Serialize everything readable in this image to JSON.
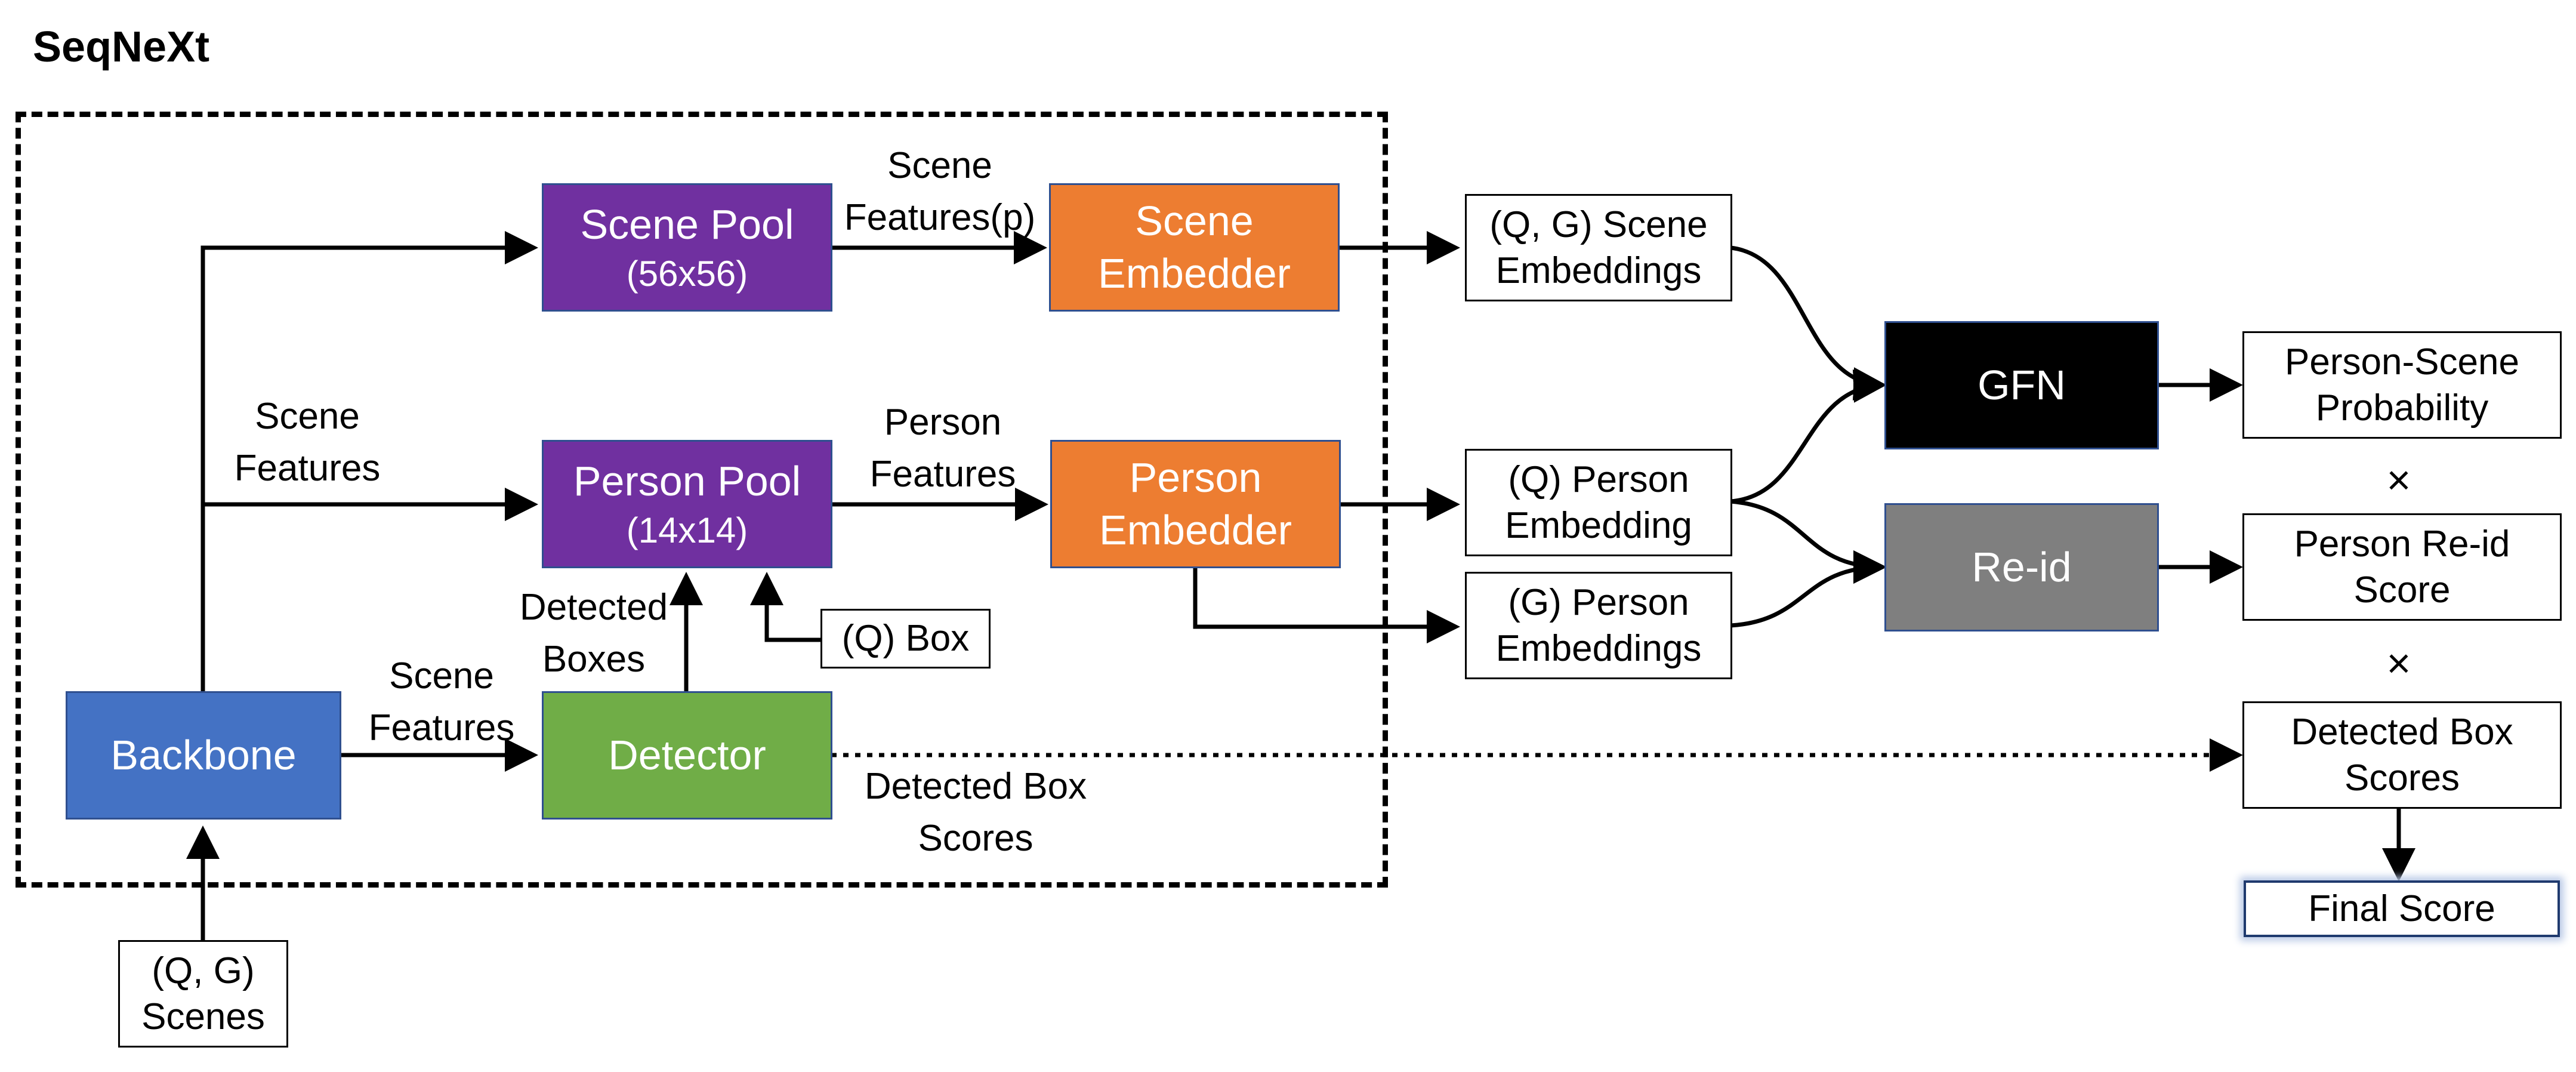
{
  "title": "SeqNeXt",
  "colors": {
    "pool": "#7030A0",
    "embedder": "#ED7D31",
    "backbone": "#4472C4",
    "detector": "#70AD47",
    "gfn": "#000000",
    "reid": "#7F7F7F"
  },
  "nodes": {
    "scene_pool": {
      "line1": "Scene Pool",
      "line2": "(56x56)"
    },
    "person_pool": {
      "line1": "Person Pool",
      "line2": "(14x14)"
    },
    "scene_embedder": {
      "line1": "Scene",
      "line2": "Embedder"
    },
    "person_embedder": {
      "line1": "Person",
      "line2": "Embedder"
    },
    "backbone": "Backbone",
    "detector": "Detector",
    "q_box": "(Q) Box",
    "qg_scenes": {
      "line1": "(Q, G)",
      "line2": "Scenes"
    },
    "qg_scene_embeddings": {
      "line1": "(Q, G) Scene",
      "line2": "Embeddings"
    },
    "q_person_embedding": {
      "line1": "(Q) Person",
      "line2": "Embedding"
    },
    "g_person_embeddings": {
      "line1": "(G) Person",
      "line2": "Embeddings"
    },
    "gfn": "GFN",
    "reid": "Re-id",
    "person_scene_probability": {
      "line1": "Person-Scene",
      "line2": "Probability"
    },
    "person_reid_score": {
      "line1": "Person Re-id",
      "line2": "Score"
    },
    "detected_box_scores_out": {
      "line1": "Detected Box",
      "line2": "Scores"
    },
    "final_score": "Final Score"
  },
  "labels": {
    "scene_features_p": {
      "line1": "Scene",
      "line2": "Features(p)"
    },
    "person_features": {
      "line1": "Person",
      "line2": "Features"
    },
    "scene_features_left": {
      "line1": "Scene",
      "line2": "Features"
    },
    "detected_boxes": {
      "line1": "Detected",
      "line2": "Boxes"
    },
    "scene_features_bottom": {
      "line1": "Scene",
      "line2": "Features"
    },
    "detected_box_scores": {
      "line1": "Detected Box",
      "line2": "Scores"
    },
    "times_1": "×",
    "times_2": "×"
  }
}
